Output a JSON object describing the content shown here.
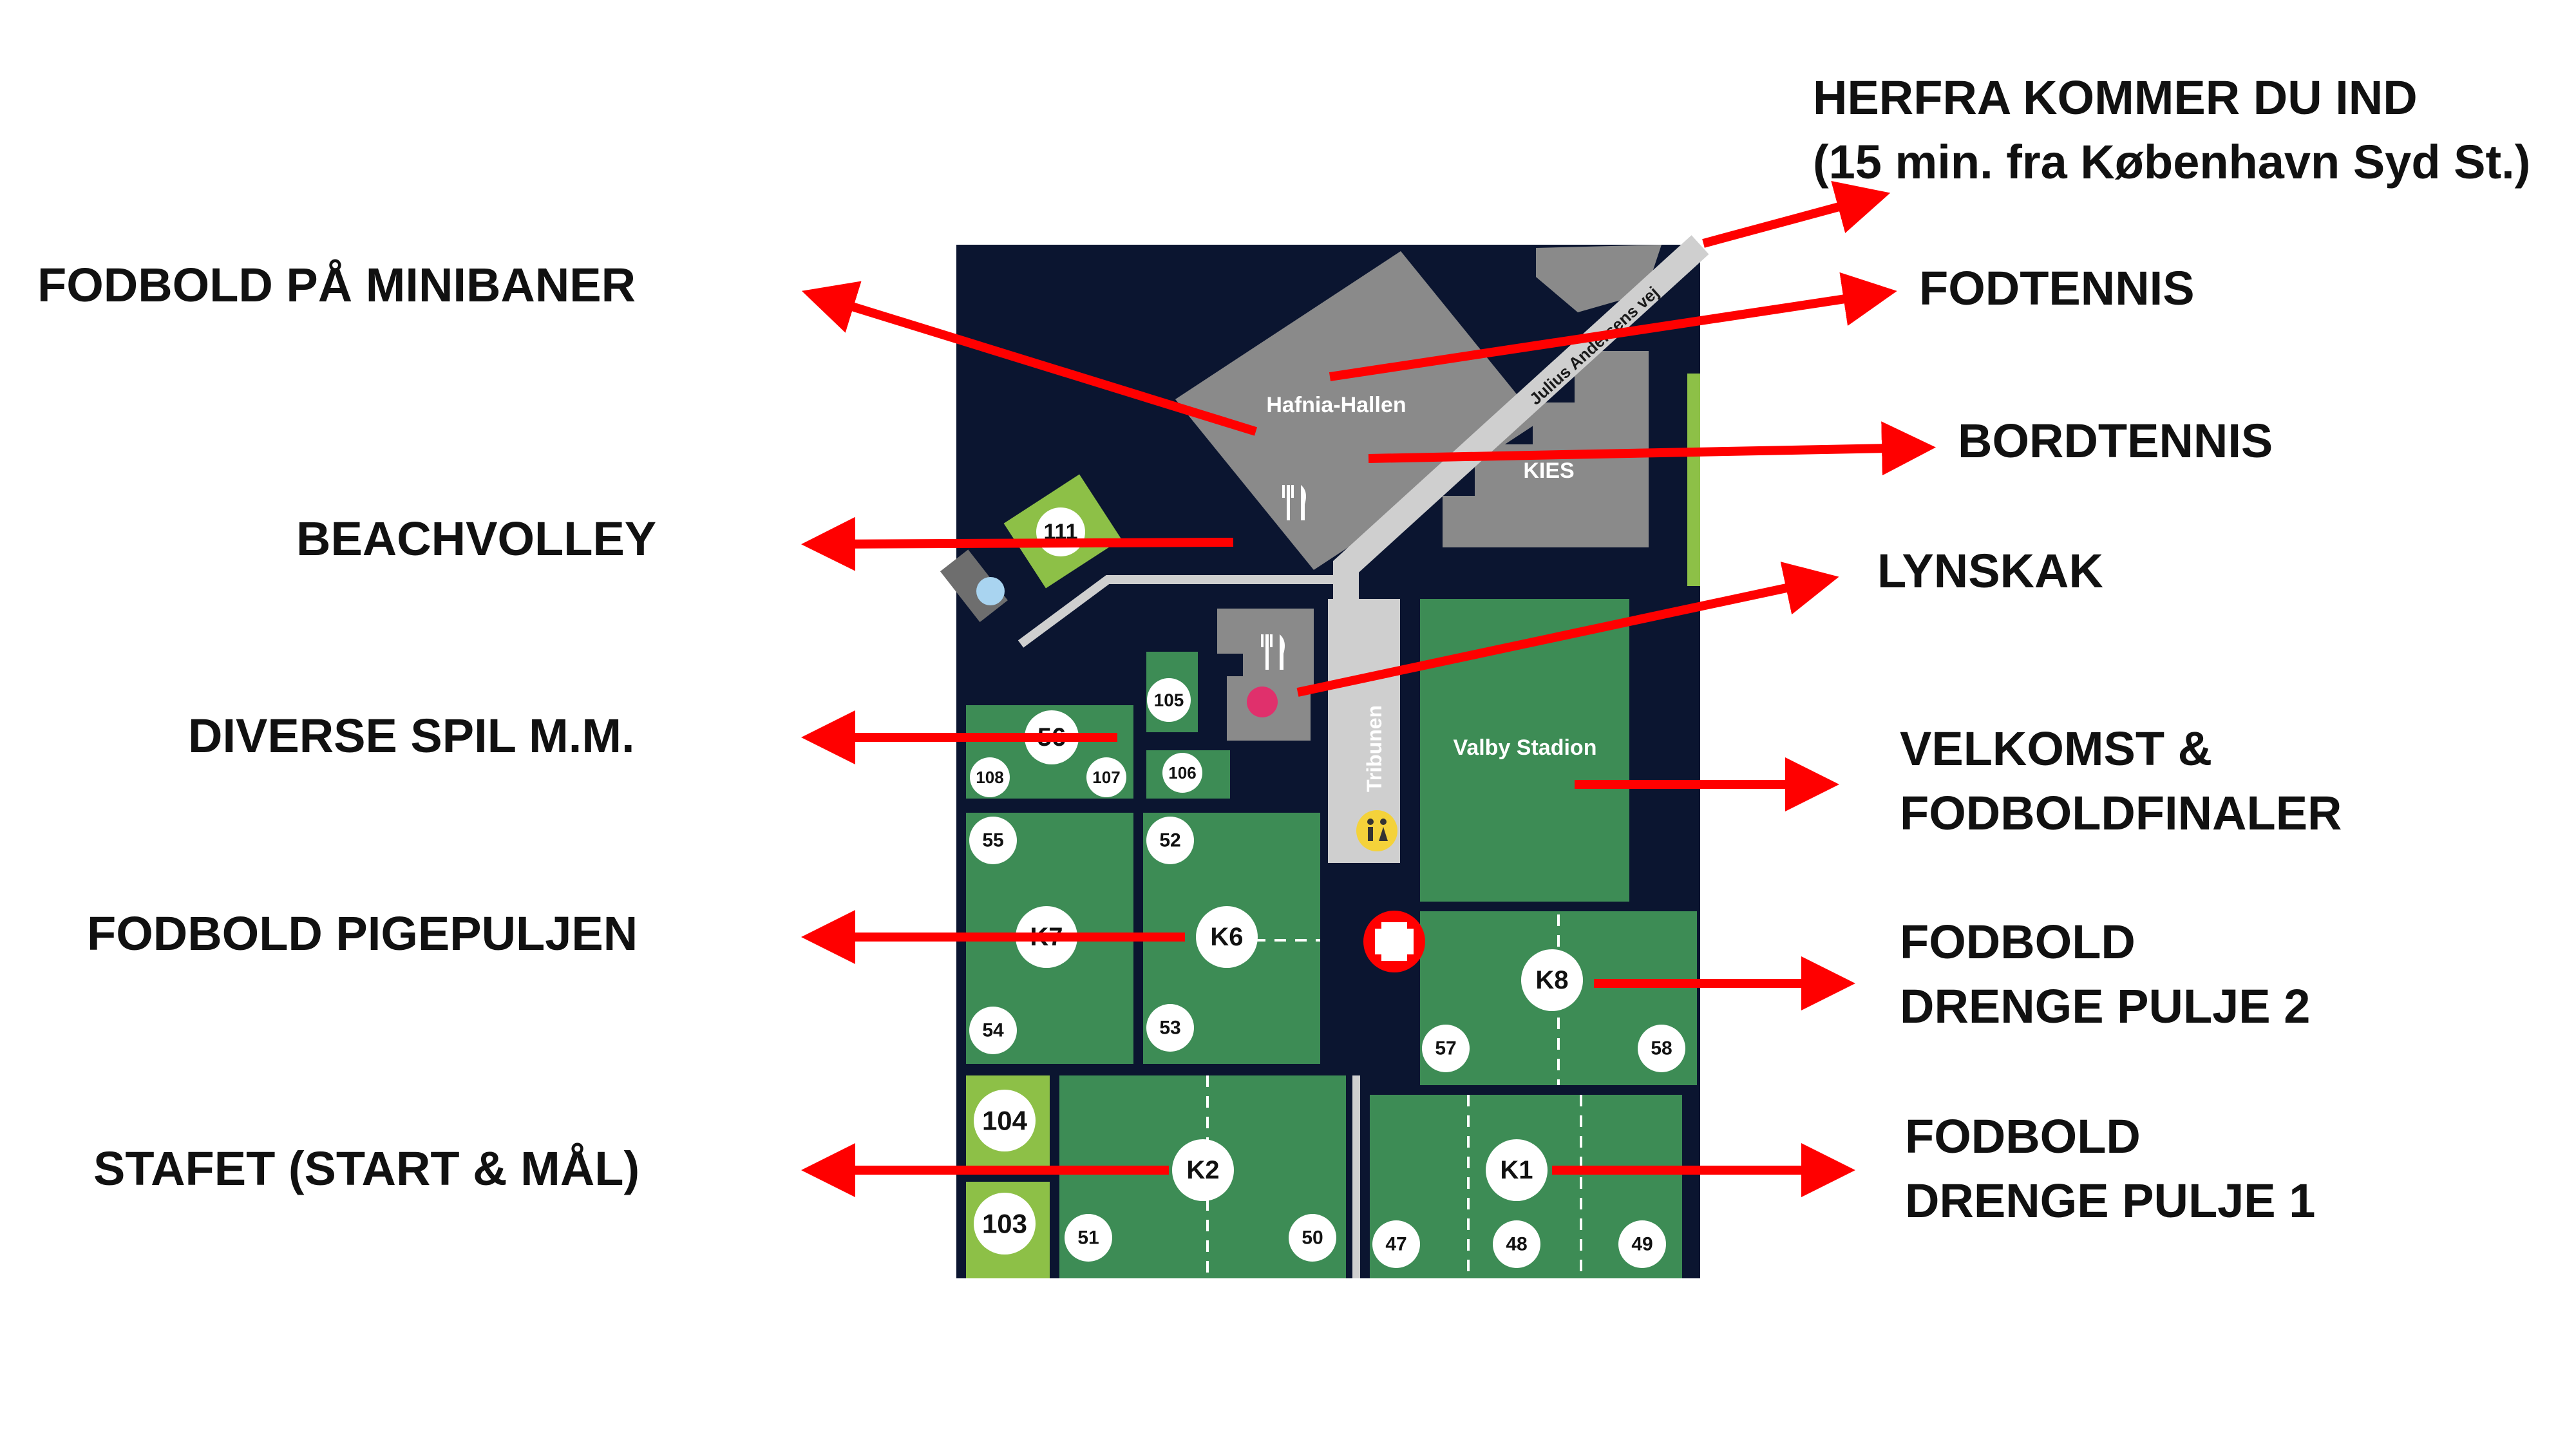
{
  "colors": {
    "map_background": "#0b1530",
    "field_green": "#3d8c55",
    "light_green": "#8dc047",
    "building_gray": "#8a8a8a",
    "road_light": "#cfcfcf",
    "arrow_red": "#ff0000",
    "pink_marker": "#e0306c",
    "toilet_yellow": "#f4d23a",
    "label_text": "#111111"
  },
  "labels": {
    "entrance_line1": "HERFRA KOMMER DU IND",
    "entrance_line2": "(15 min. fra København Syd St.)",
    "fodtennis": "FODTENNIS",
    "bordtennis": "BORDTENNIS",
    "lynskak": "LYNSKAK",
    "velkomst_line1": "VELKOMST &",
    "velkomst_line2": "FODBOLDFINALER",
    "drenge2_line1": "FODBOLD",
    "drenge2_line2": "DRENGE PULJE 2",
    "drenge1_line1": "FODBOLD",
    "drenge1_line2": "DRENGE PULJE 1",
    "minibaner": "FODBOLD PÅ MINIBANER",
    "beachvolley": "BEACHVOLLEY",
    "diverse": "DIVERSE SPIL M.M.",
    "pigepuljen": "FODBOLD PIGEPULJEN",
    "stafet": "STAFET (START & MÅL)"
  },
  "map": {
    "hall_name": "Hafnia-Hallen",
    "kies_name": "KIES",
    "road_name": "Julius Andersens vej",
    "tribune_name": "Tribunen",
    "stadium_name": "Valby Stadion"
  },
  "badges": {
    "b111": "111",
    "b56": "56",
    "b105": "105",
    "b106": "106",
    "b107": "107",
    "b108": "108",
    "b55": "55",
    "b52": "52",
    "b54": "54",
    "b53": "53",
    "k7": "K7",
    "k6": "K6",
    "k8": "K8",
    "k2": "K2",
    "k1": "K1",
    "b57": "57",
    "b58": "58",
    "b104": "104",
    "b103": "103",
    "b51": "51",
    "b50": "50",
    "b47": "47",
    "b48": "48",
    "b49": "49"
  },
  "icons": [
    "cutlery-icon",
    "cutlery-icon",
    "first-aid-cross-icon",
    "toilet-icon",
    "pink-dot-marker-icon",
    "water-drop-icon",
    "red-arrow-icon"
  ]
}
